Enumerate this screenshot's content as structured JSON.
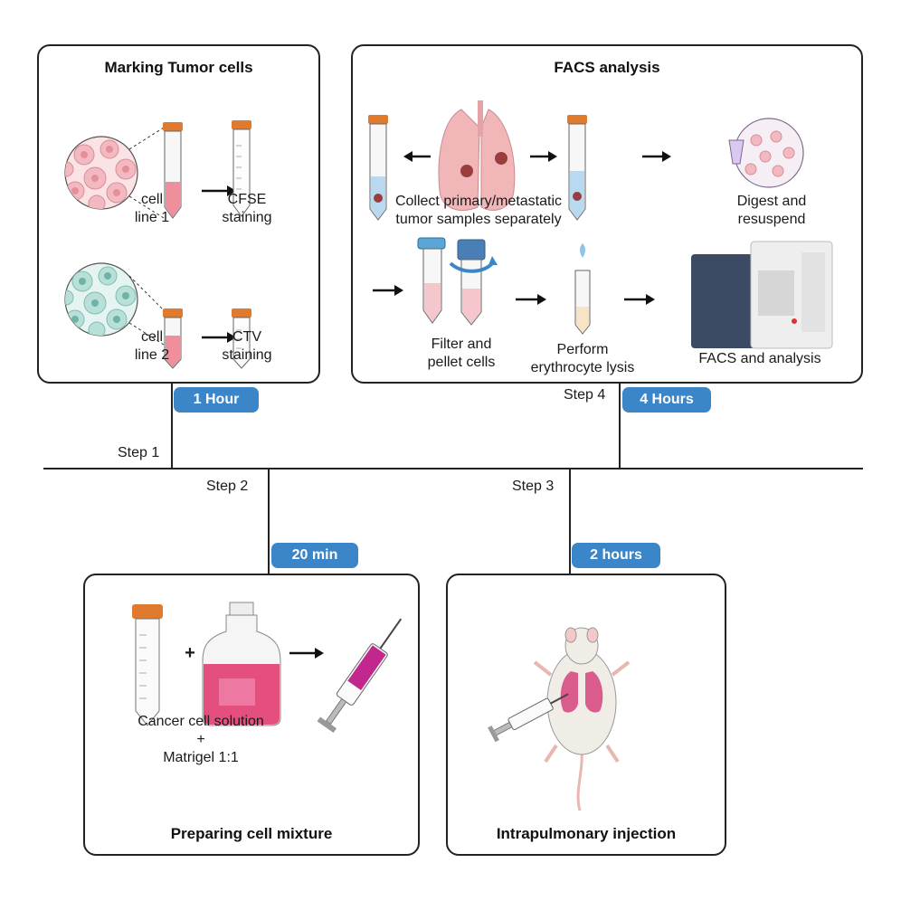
{
  "panels": {
    "marking": {
      "title": "Marking Tumor cells",
      "cell_line_1": "cell\nline 1",
      "cfse": "CFSE\nstaining",
      "cell_line_2": "cell\nline 2",
      "ctv": "CTV\nstaining"
    },
    "facs": {
      "title": "FACS analysis",
      "collect": "Collect primary/metastatic\ntumor samples separately",
      "digest": "Digest and\nresuspend",
      "filter": "Filter and\npellet cells",
      "lysis": "Perform\nerythrocyte lysis",
      "analysis": "FACS and analysis"
    },
    "mixture": {
      "title": "Preparing cell mixture",
      "solution": "Cancer cell solution\n+\nMatrigel 1:1",
      "plus": "+"
    },
    "injection": {
      "title": "Intrapulmonary injection"
    }
  },
  "timeline": {
    "steps": [
      "Step 1",
      "Step 2",
      "Step 3",
      "Step 4"
    ],
    "durations": [
      "1 Hour",
      "20 min",
      "2 hours",
      "4 Hours"
    ]
  },
  "colors": {
    "badge": "#3a86c8",
    "tube_cap": "#e07a2e",
    "pink_cell": "#f3b9c0",
    "teal_cell": "#a8d8d0",
    "lung": "#f1b6b8",
    "magenta": "#c1278d"
  }
}
